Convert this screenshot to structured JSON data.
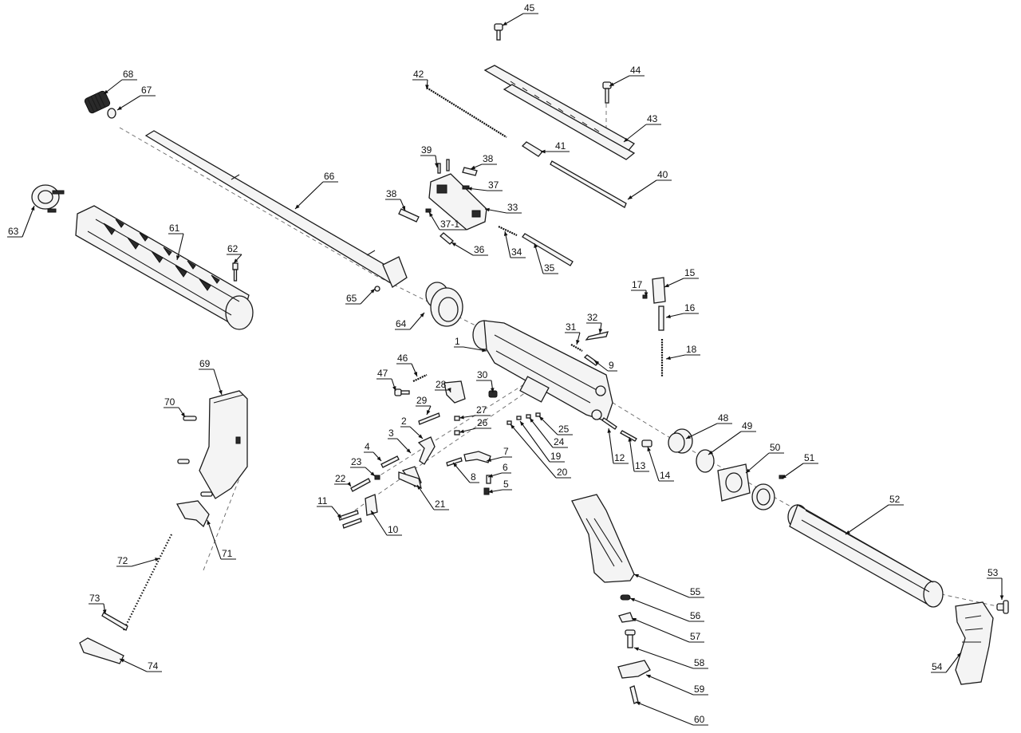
{
  "diagram": {
    "callouts": [
      {
        "id": "c1",
        "label": "1"
      },
      {
        "id": "c2",
        "label": "2"
      },
      {
        "id": "c3",
        "label": "3"
      },
      {
        "id": "c4",
        "label": "4"
      },
      {
        "id": "c5",
        "label": "5"
      },
      {
        "id": "c6",
        "label": "6"
      },
      {
        "id": "c7",
        "label": "7"
      },
      {
        "id": "c8",
        "label": "8"
      },
      {
        "id": "c9",
        "label": "9"
      },
      {
        "id": "c10",
        "label": "10"
      },
      {
        "id": "c11",
        "label": "11"
      },
      {
        "id": "c12",
        "label": "12"
      },
      {
        "id": "c13",
        "label": "13"
      },
      {
        "id": "c14",
        "label": "14"
      },
      {
        "id": "c15",
        "label": "15"
      },
      {
        "id": "c16",
        "label": "16"
      },
      {
        "id": "c17",
        "label": "17"
      },
      {
        "id": "c18",
        "label": "18"
      },
      {
        "id": "c19",
        "label": "19"
      },
      {
        "id": "c20",
        "label": "20"
      },
      {
        "id": "c21",
        "label": "21"
      },
      {
        "id": "c22",
        "label": "22"
      },
      {
        "id": "c23",
        "label": "23"
      },
      {
        "id": "c24",
        "label": "24"
      },
      {
        "id": "c25",
        "label": "25"
      },
      {
        "id": "c26",
        "label": "26"
      },
      {
        "id": "c27",
        "label": "27"
      },
      {
        "id": "c28",
        "label": "28"
      },
      {
        "id": "c29",
        "label": "29"
      },
      {
        "id": "c30",
        "label": "30"
      },
      {
        "id": "c31",
        "label": "31"
      },
      {
        "id": "c32",
        "label": "32"
      },
      {
        "id": "c33",
        "label": "33"
      },
      {
        "id": "c34",
        "label": "34"
      },
      {
        "id": "c35",
        "label": "35"
      },
      {
        "id": "c36",
        "label": "36"
      },
      {
        "id": "c37",
        "label": "37"
      },
      {
        "id": "c37-1",
        "label": "37-1"
      },
      {
        "id": "c38a",
        "label": "38"
      },
      {
        "id": "c38b",
        "label": "38"
      },
      {
        "id": "c39",
        "label": "39"
      },
      {
        "id": "c40",
        "label": "40"
      },
      {
        "id": "c41",
        "label": "41"
      },
      {
        "id": "c42",
        "label": "42"
      },
      {
        "id": "c43",
        "label": "43"
      },
      {
        "id": "c44",
        "label": "44"
      },
      {
        "id": "c45",
        "label": "45"
      },
      {
        "id": "c46",
        "label": "46"
      },
      {
        "id": "c47",
        "label": "47"
      },
      {
        "id": "c48",
        "label": "48"
      },
      {
        "id": "c49",
        "label": "49"
      },
      {
        "id": "c50",
        "label": "50"
      },
      {
        "id": "c51",
        "label": "51"
      },
      {
        "id": "c52",
        "label": "52"
      },
      {
        "id": "c53",
        "label": "53"
      },
      {
        "id": "c54",
        "label": "54"
      },
      {
        "id": "c55",
        "label": "55"
      },
      {
        "id": "c56",
        "label": "56"
      },
      {
        "id": "c57",
        "label": "57"
      },
      {
        "id": "c58",
        "label": "58"
      },
      {
        "id": "c59",
        "label": "59"
      },
      {
        "id": "c60",
        "label": "60"
      },
      {
        "id": "c61",
        "label": "61"
      },
      {
        "id": "c62",
        "label": "62"
      },
      {
        "id": "c63",
        "label": "63"
      },
      {
        "id": "c64",
        "label": "64"
      },
      {
        "id": "c65",
        "label": "65"
      },
      {
        "id": "c66",
        "label": "66"
      },
      {
        "id": "c67",
        "label": "67"
      },
      {
        "id": "c68",
        "label": "68"
      },
      {
        "id": "c69",
        "label": "69"
      },
      {
        "id": "c70",
        "label": "70"
      },
      {
        "id": "c71",
        "label": "71"
      },
      {
        "id": "c72",
        "label": "72"
      },
      {
        "id": "c73",
        "label": "73"
      },
      {
        "id": "c74",
        "label": "74"
      }
    ]
  }
}
